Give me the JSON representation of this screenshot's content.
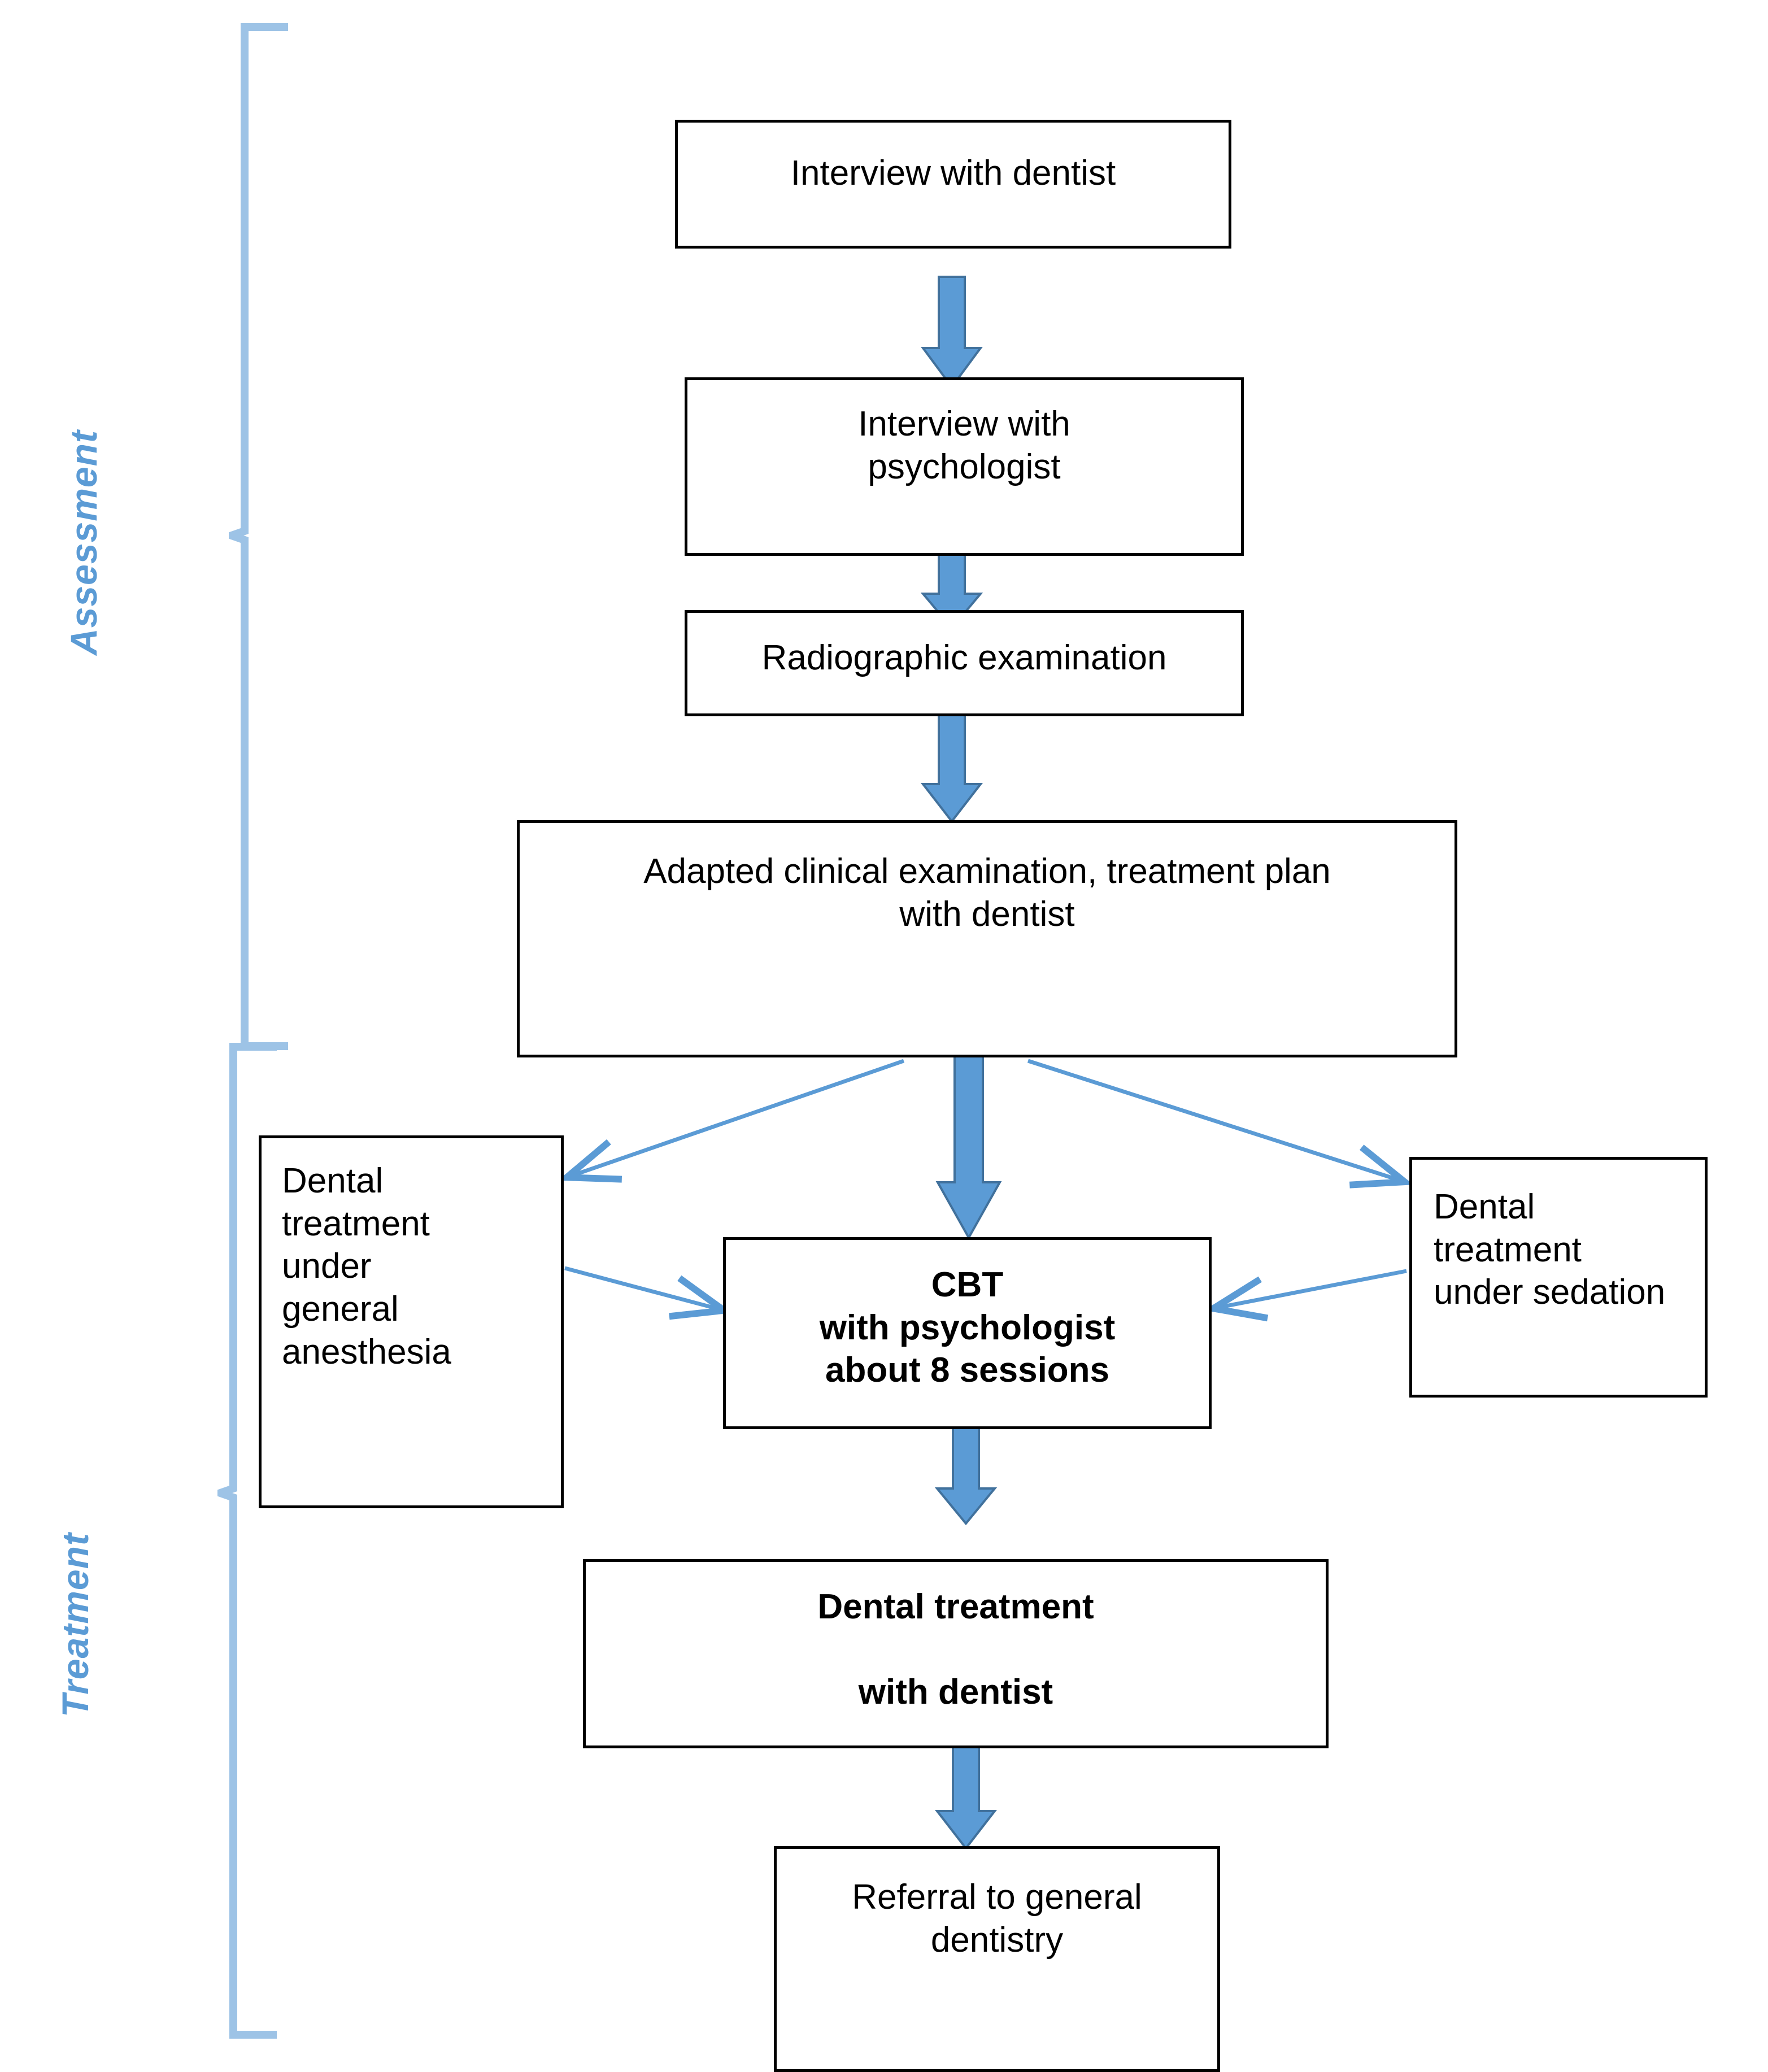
{
  "diagram": {
    "title": "Dental anxiety care pathway flowchart",
    "colors": {
      "arrow_fill": "#5B9BD5",
      "arrow_border": "#41719C",
      "brace": "#9DC3E6",
      "label": "#5B9BD5",
      "box_border": "#000000",
      "box_fill": "#FFFFFF",
      "text": "#000000"
    },
    "phases": [
      {
        "id": "assessment",
        "label": "Assessment"
      },
      {
        "id": "treatment",
        "label": "Treatment"
      }
    ],
    "nodes": [
      {
        "id": "interview-dentist",
        "label": "Interview with dentist",
        "bold": false,
        "align": "center"
      },
      {
        "id": "interview-psychologist",
        "label": "Interview with\npsychologist",
        "bold": false,
        "align": "center"
      },
      {
        "id": "radiographic-examination",
        "label": "Radiographic examination",
        "bold": false,
        "align": "center"
      },
      {
        "id": "adapted-clinical-exam",
        "label": "Adapted clinical examination, treatment plan\nwith dentist",
        "bold": false,
        "align": "center"
      },
      {
        "id": "general-anesthesia",
        "label": "Dental\ntreatment\nunder\ngeneral\nanesthesia",
        "bold": false,
        "align": "left"
      },
      {
        "id": "cbt",
        "label": "CBT\nwith psychologist\nabout 8 sessions",
        "bold": true,
        "align": "center"
      },
      {
        "id": "sedation",
        "label": "Dental\ntreatment\nunder sedation",
        "bold": false,
        "align": "left"
      },
      {
        "id": "dental-treatment-dentist",
        "label": "Dental treatment\n\nwith dentist",
        "bold": true,
        "align": "center"
      },
      {
        "id": "referral",
        "label": "Referral to general\ndentistry",
        "bold": false,
        "align": "center"
      }
    ],
    "edges": [
      {
        "from": "interview-dentist",
        "to": "interview-psychologist",
        "style": "block"
      },
      {
        "from": "interview-psychologist",
        "to": "radiographic-examination",
        "style": "block"
      },
      {
        "from": "radiographic-examination",
        "to": "adapted-clinical-exam",
        "style": "block"
      },
      {
        "from": "adapted-clinical-exam",
        "to": "cbt",
        "style": "block"
      },
      {
        "from": "adapted-clinical-exam",
        "to": "general-anesthesia",
        "style": "line"
      },
      {
        "from": "adapted-clinical-exam",
        "to": "sedation",
        "style": "line"
      },
      {
        "from": "general-anesthesia",
        "to": "cbt",
        "style": "line"
      },
      {
        "from": "sedation",
        "to": "cbt",
        "style": "line"
      },
      {
        "from": "cbt",
        "to": "dental-treatment-dentist",
        "style": "block"
      },
      {
        "from": "dental-treatment-dentist",
        "to": "referral",
        "style": "block"
      }
    ]
  }
}
